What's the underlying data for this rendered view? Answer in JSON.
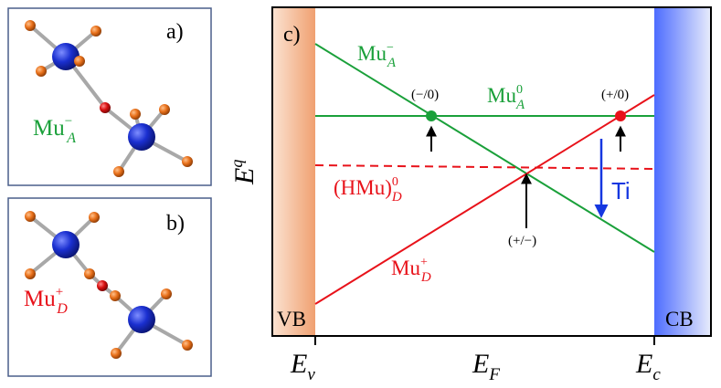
{
  "colors": {
    "frame_blue": "#4a5f8a",
    "panel_border": "#000000",
    "green": "#1aa03a",
    "red": "#e8121a",
    "blue": "#1537e0",
    "black": "#000000",
    "vb_band": "#f0a070",
    "cb_band": "#5f80ff",
    "atom_blue": "#1a2fd0",
    "atom_orange": "#e8701a",
    "atom_red": "#d81010",
    "bond_gray": "#a8a8a8"
  },
  "panel_a": {
    "label": "a)",
    "species_main": "Mu",
    "species_sup": "−",
    "species_sub": "A"
  },
  "panel_b": {
    "label": "b)",
    "species_main": "Mu",
    "species_sup": "+",
    "species_sub": "D"
  },
  "panel_c": {
    "label": "c)",
    "y_axis_label": "E",
    "y_axis_sup": "q",
    "x_axis_label": "E",
    "x_axis_sub": "F",
    "tick_ev_main": "E",
    "tick_ev_sub": "v",
    "tick_ec_main": "E",
    "tick_ec_sub": "c",
    "vb_label": "VB",
    "cb_label": "CB",
    "lines": {
      "mu_minus": {
        "main": "Mu",
        "sup": "−",
        "sub": "A"
      },
      "mu_zero": {
        "main": "Mu",
        "sup": "0",
        "sub": "A"
      },
      "mu_plus": {
        "main": "Mu",
        "sup": "+",
        "sub": "D"
      },
      "hmu": {
        "main": "(HMu)",
        "sup": "0",
        "sub": "D"
      }
    },
    "transitions": {
      "minus_zero": "(−/0)",
      "plus_zero": "(+/0)",
      "plus_minus": "(+/−)"
    },
    "ti_label": "Ti"
  }
}
